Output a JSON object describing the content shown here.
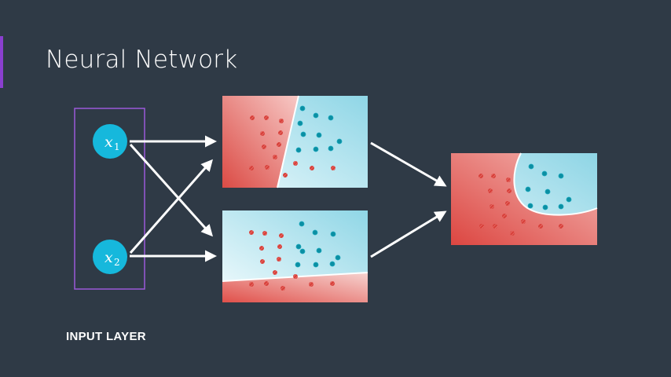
{
  "slide": {
    "title": "Neural Network",
    "layer_label": "INPUT LAYER"
  },
  "nodes": {
    "x1": {
      "var": "x",
      "sub": "1"
    },
    "x2": {
      "var": "x",
      "sub": "2"
    }
  },
  "colors": {
    "background": "#2f3a46",
    "accent": "#8a3fcf",
    "input_box": "#9b59d9",
    "node": "#16b8dc",
    "red_region": "#e25753",
    "blue_region": "#9adbe8",
    "red_point": "#d8403a",
    "blue_point": "#0b8fa3",
    "arrow": "#ffffff"
  }
}
